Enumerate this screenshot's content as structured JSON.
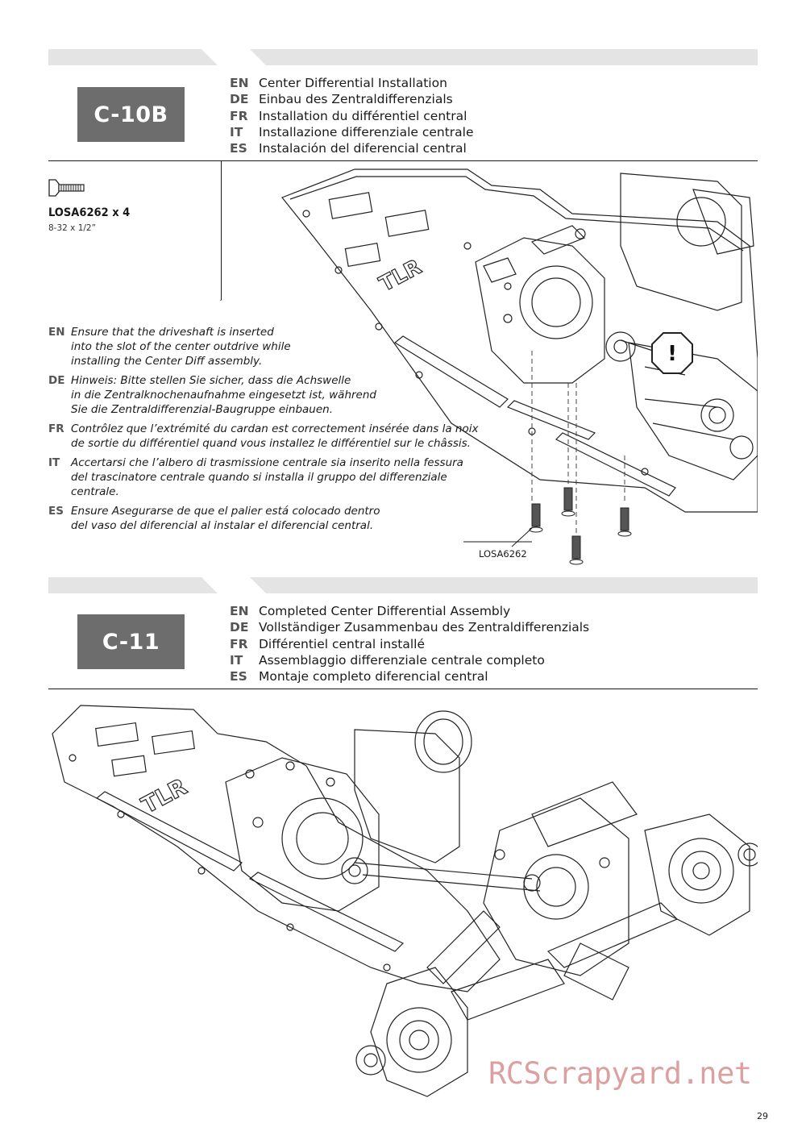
{
  "step1": {
    "number": "C-10B",
    "titles": [
      {
        "code": "EN",
        "text": "Center Differential Installation"
      },
      {
        "code": "DE",
        "text": "Einbau des Zentraldifferenzials"
      },
      {
        "code": "FR",
        "text": "Installation du différentiel central"
      },
      {
        "code": "IT",
        "text": "Installazione differenziale centrale"
      },
      {
        "code": "ES",
        "text": "Instalación del diferencial central"
      }
    ],
    "part": {
      "name": "LOSA6262 x 4",
      "spec": "8-32 x 1/2”"
    },
    "notes": [
      {
        "code": "EN",
        "text": "Ensure that the driveshaft is inserted\ninto the slot of the center outdrive while\ninstalling the Center Diff assembly."
      },
      {
        "code": "DE",
        "text": "Hinweis: Bitte stellen Sie sicher, dass die Achswelle\nin die Zentralknochenaufnahme eingesetzt ist, während\nSie die Zentraldifferenzial-Baugruppe einbauen."
      },
      {
        "code": "FR",
        "text": "Contrôlez que l’extrémité du cardan est correctement insérée dans la noix\nde sortie du différentiel quand vous installez le différentiel sur le châssis."
      },
      {
        "code": "IT",
        "text": "Accertarsi che l’albero di trasmissione centrale sia inserito nella fessura\ndel trascinatore centrale quando si installa il gruppo del differenziale\ncentrale."
      },
      {
        "code": "ES",
        "text": "Ensure Asegurarse de que el palier está colocado dentro\ndel vaso del diferencial al instalar el diferencial central."
      }
    ],
    "callout": "LOSA6262",
    "warning_symbol": "!"
  },
  "step2": {
    "number": "C-11",
    "titles": [
      {
        "code": "EN",
        "text": "Completed Center Differential Assembly"
      },
      {
        "code": "DE",
        "text": "Vollständiger Zusammenbau des Zentraldifferenzials"
      },
      {
        "code": "FR",
        "text": "Différentiel central installé"
      },
      {
        "code": "IT",
        "text": "Assemblaggio differenziale centrale completo"
      },
      {
        "code": "ES",
        "text": "Montaje completo diferencial central"
      }
    ]
  },
  "watermark": "RCScrapyard.net",
  "page_number": "29",
  "colors": {
    "step_box": "#6d6d6d",
    "band": "#e4e4e4",
    "watermark": "#d89090"
  }
}
